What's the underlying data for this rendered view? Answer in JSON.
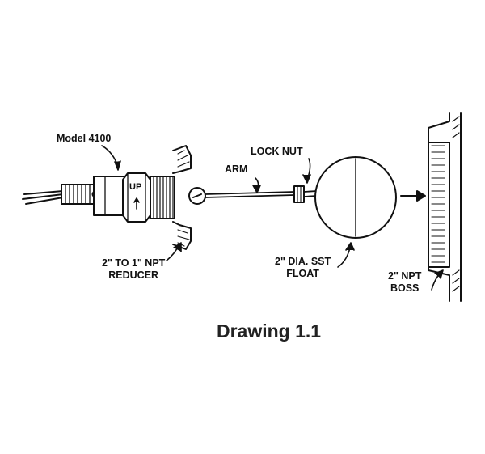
{
  "labels": {
    "model": "Model 4100",
    "lock_nut": "LOCK NUT",
    "arm": "ARM",
    "reducer_line1": "2\" TO 1\" NPT",
    "reducer_line2": "REDUCER",
    "float_line1": "2\" DIA. SST",
    "float_line2": "FLOAT",
    "boss_line1": "2\" NPT",
    "boss_line2": "BOSS",
    "up": "UP"
  },
  "caption": "Drawing 1.1",
  "colors": {
    "ink": "#111111",
    "background": "#ffffff"
  }
}
